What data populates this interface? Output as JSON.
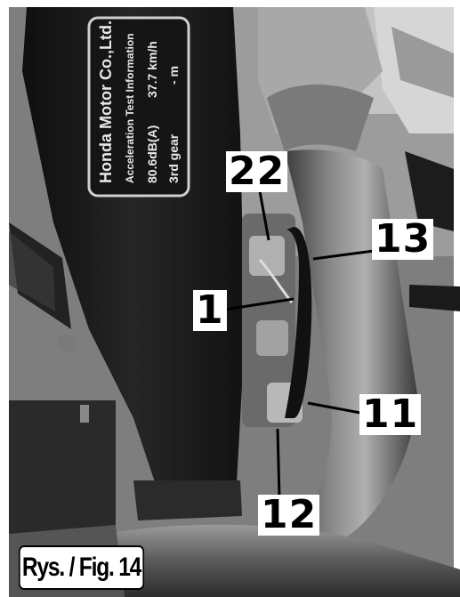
{
  "plate": {
    "line1": "Honda Motor Co.,Ltd.",
    "line2": "Acceleration Test Information",
    "line3a": "80.6dB(A)",
    "line3b": "37.7 km/h",
    "line4a": "3rd gear",
    "line4b": "- m"
  },
  "callouts": {
    "c22": "22",
    "c13": "13",
    "c1": "1",
    "c11": "11",
    "c12": "12"
  },
  "caption": "Rys. / Fig. 14",
  "colors": {
    "frame": "#1a1a1a",
    "pipe": "#6a6a6a",
    "background": "#8e8e8e"
  }
}
